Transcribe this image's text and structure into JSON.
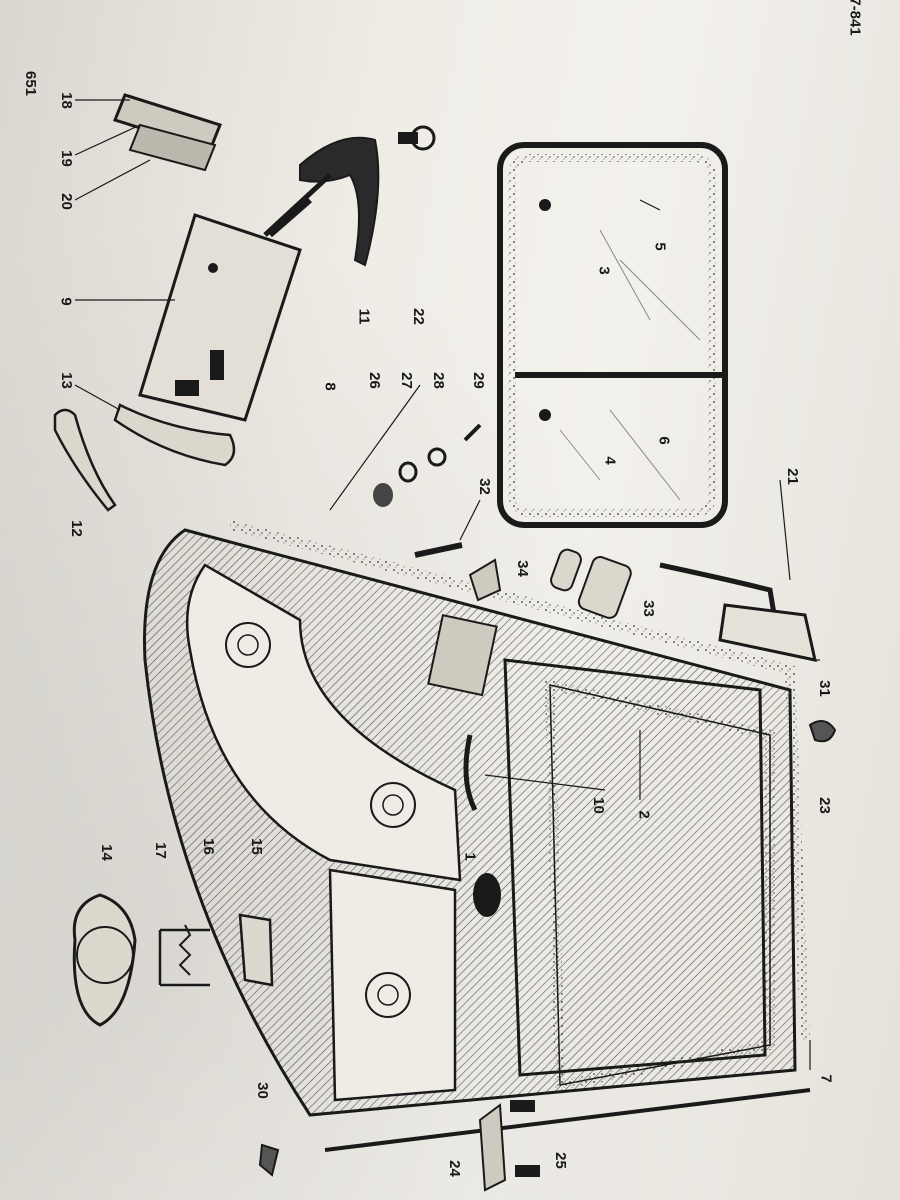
{
  "page": {
    "catalog_ref": "7-841",
    "page_number": "651"
  },
  "callouts": {
    "c1": "1",
    "c2": "2",
    "c3": "3",
    "c4": "4",
    "c5": "5",
    "c6": "6",
    "c7": "7",
    "c8": "8",
    "c9": "9",
    "c10": "10",
    "c11": "11",
    "c12": "12",
    "c13": "13",
    "c14": "14",
    "c15": "15",
    "c16": "16",
    "c17": "17",
    "c18": "18",
    "c19": "19",
    "c20": "20",
    "c21": "21",
    "c22": "22",
    "c23": "23",
    "c24": "24",
    "c25": "25",
    "c26": "26",
    "c27": "27",
    "c28": "28",
    "c29": "29",
    "c30": "30",
    "c31": "31",
    "c32": "32",
    "c33": "33",
    "c34": "34"
  },
  "colors": {
    "ink": "#1a1a1a",
    "paper": "#efece6",
    "hatch": "#555555"
  }
}
